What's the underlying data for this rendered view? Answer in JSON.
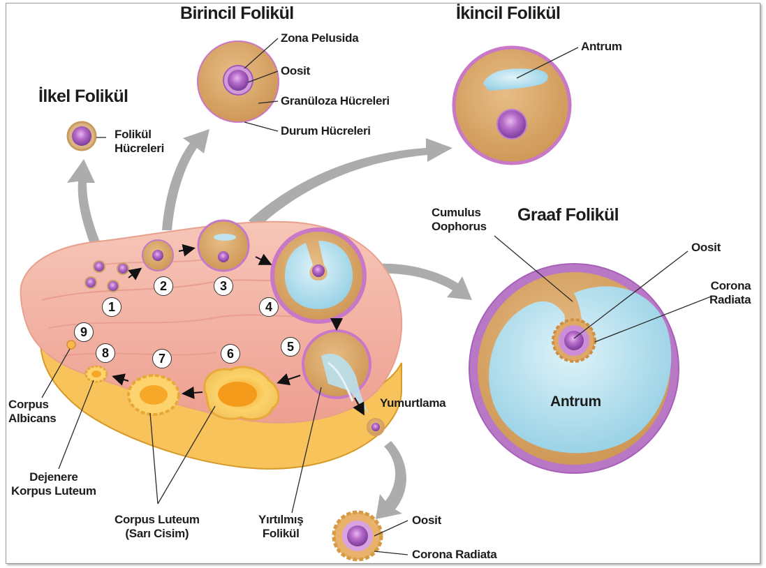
{
  "titles": {
    "primordial": "İlkel Folikül",
    "primary": "Birincil Folikül",
    "secondary": "İkincil Folikül",
    "graafian": "Graaf Folikül"
  },
  "labels": {
    "follicle_cells": "Folikül\nHücreleri",
    "zona_pellucida": "Zona Pelusida",
    "oocyte_primary": "Oosit",
    "granulosa_cells": "Granüloza Hücreleri",
    "theca_cells": "Durum Hücreleri",
    "antrum_secondary": "Antrum",
    "cumulus_oophorus": "Cumulus\nOophorus",
    "oocyte_graaf": "Oosit",
    "corona_radiata_graaf": "Corona\nRadiata",
    "antrum_graaf": "Antrum",
    "ovulation": "Yumurtlama",
    "oocyte_released": "Oosit",
    "corona_radiata_released": "Corona Radiata",
    "ruptured_follicle": "Yırtılmış\nFolikül",
    "corpus_luteum": "Corpus Luteum\n(Sarı Cisim)",
    "degenerating_corpus_luteum": "Dejenere\nKorpus Luteum",
    "corpus_albicans": "Corpus\nAlbicans"
  },
  "stages": [
    "1",
    "2",
    "3",
    "4",
    "5",
    "6",
    "7",
    "8",
    "9"
  ],
  "colors": {
    "ovary": "#f2b4a6",
    "ovary_base": "#f7c35a",
    "granulosa": "#d6a467",
    "theca": "#c978c8",
    "oocyte": "#a24fb8",
    "antrum": "#a9d9ea",
    "arrow": "#a8a8a8"
  }
}
